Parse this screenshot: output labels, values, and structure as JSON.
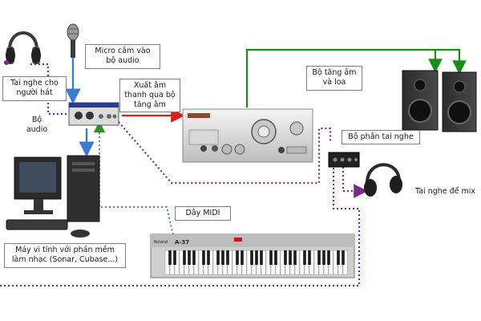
{
  "labels": {
    "singer_headphones": "Tai nghe cho\nngười hát",
    "audio_interface": "Bộ\naudio",
    "microphone": "Micro cắm vào\nbộ audio",
    "audio_out": "Xuất âm\nthanh qua bộ\ntăng âm",
    "amp_speakers": "Bộ tăng âm\nvà loa",
    "headphone_splitter": "Bộ phân tai nghe",
    "mix_headphones": "Tai nghe để mix",
    "midi_cable": "Dây MIDI",
    "computer": "Máy vi tính với phần mềm\nlàm nhạc (Sonar, Cubase...)"
  },
  "device_text": {
    "keyboard_brand": "Roland",
    "keyboard_model": "A-37"
  },
  "colors": {
    "green_line": "#1a8c1a",
    "blue_arrow": "#3a7bd5",
    "red_arrow": "#d42020",
    "purple_dotted": "#7a2a8a",
    "green_dotted": "#2f8f2f"
  }
}
